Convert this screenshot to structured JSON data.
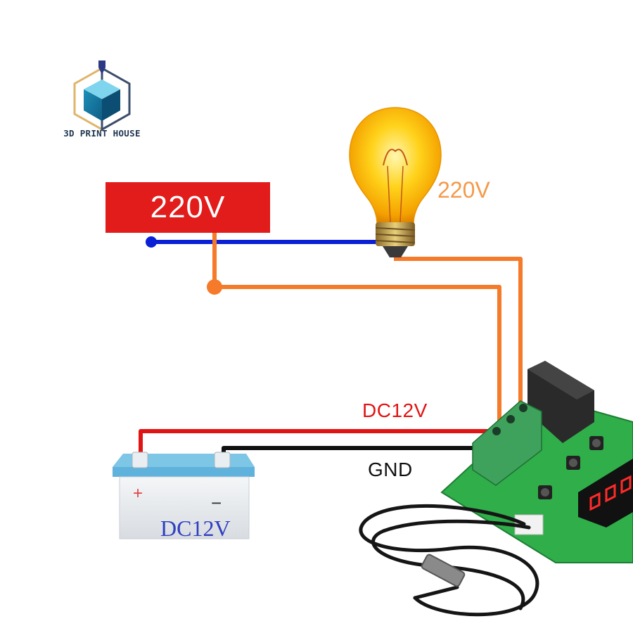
{
  "logo": {
    "brand_text": "3D PRINT HOUSE",
    "icon": "cube-printer-logo-icon"
  },
  "mains_source": {
    "label": "220V",
    "color": "#e21b1b"
  },
  "lamp": {
    "label": "220V",
    "icon": "light-bulb-icon",
    "label_color": "#f39a4a"
  },
  "wires": {
    "live_color": "#f57a2a",
    "neutral_color": "#0a1fd6",
    "dc_positive": {
      "label": "DC12V",
      "color": "#e11414"
    },
    "ground": {
      "label": "GND",
      "color": "#111111"
    }
  },
  "battery": {
    "label": "DC12V",
    "positive": "+",
    "negative": "−",
    "icon": "car-battery-icon"
  },
  "controller": {
    "name": "thermostat-relay-board",
    "icon": "temperature-controller-board-icon",
    "sensor_icon": "temperature-probe-icon"
  }
}
